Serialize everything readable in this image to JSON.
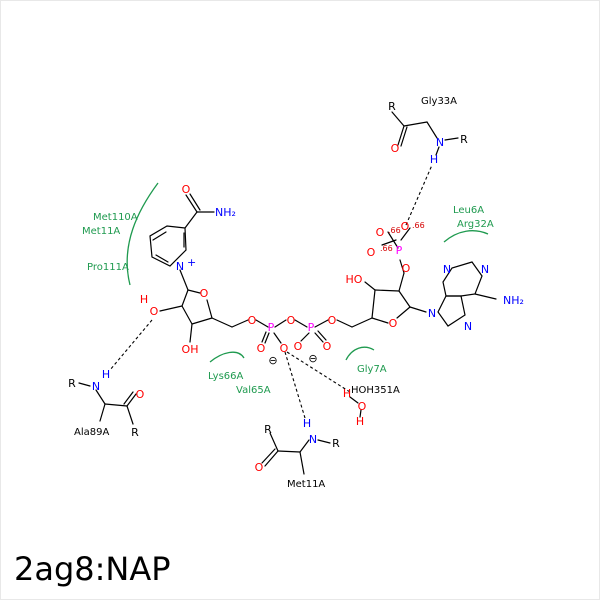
{
  "title": "2ag8:NAP",
  "atoms": {
    "amide_n": "NH₂",
    "amide_o": "O",
    "pyridinium_n": "N",
    "plus": "+",
    "n_ribose_o": "O",
    "n_ribose_oh_upper": "H",
    "n_ribose_o_upper": "O",
    "n_ribose_oh_lower": "OH",
    "bridge_o_left": "O",
    "bridge_o_mid": "O",
    "bridge_o_right": "O",
    "p_left": "P",
    "p_right": "P",
    "p_left_o1": "O",
    "p_left_o2": "O",
    "p_left_minus": "⊖",
    "p_right_o1": "O",
    "p_right_o2": "O",
    "p_right_minus": "⊖",
    "a_ribose_o": "O",
    "a_ribose_ho": "HO",
    "a_ribose_o2": "O",
    "phos_p": "P",
    "phos_o1": "O",
    "phos_o2": "O",
    "phos_o3": "O",
    "adenine_n1": "N",
    "adenine_n3": "N",
    "adenine_n7": "N",
    "adenine_n9": "N",
    "adenine_nh2": "NH₂",
    "gly33_r": "R",
    "gly33_o": "O",
    "gly33_n": "N",
    "gly33_r2": "R",
    "gly33_h": "H",
    "ala89_r": "R",
    "ala89_n": "N",
    "ala89_h": "H",
    "ala89_o": "O",
    "ala89_r2": "R",
    "met11b_r": "R",
    "met11b_o": "O",
    "met11b_n": "N",
    "met11b_r2": "R",
    "met11b_h": "H",
    "water_h1": "H",
    "water_o": "O",
    "water_h2": "H"
  },
  "residues": {
    "gly33": "Gly33A",
    "met110": "Met110A",
    "met11_top": "Met11A",
    "pro111": "Pro111A",
    "leu6": "Leu6A",
    "arg32": "Arg32A",
    "lys66": "Lys66A",
    "val65": "Val65A",
    "gly7": "Gly7A",
    "ala89": "Ala89A",
    "met11_bottom": "Met11A",
    "water": "HOH351A"
  },
  "distances": {
    "d1": ".66",
    "d2": ".66",
    "d3": ".66"
  },
  "colors": {
    "carbon": "#000000",
    "oxygen": "#ff0000",
    "nitrogen": "#0000ff",
    "phosphorus": "#ff00ff",
    "hydrophobic_contact": "#1f9a4f",
    "distance_label": "#d40000"
  }
}
